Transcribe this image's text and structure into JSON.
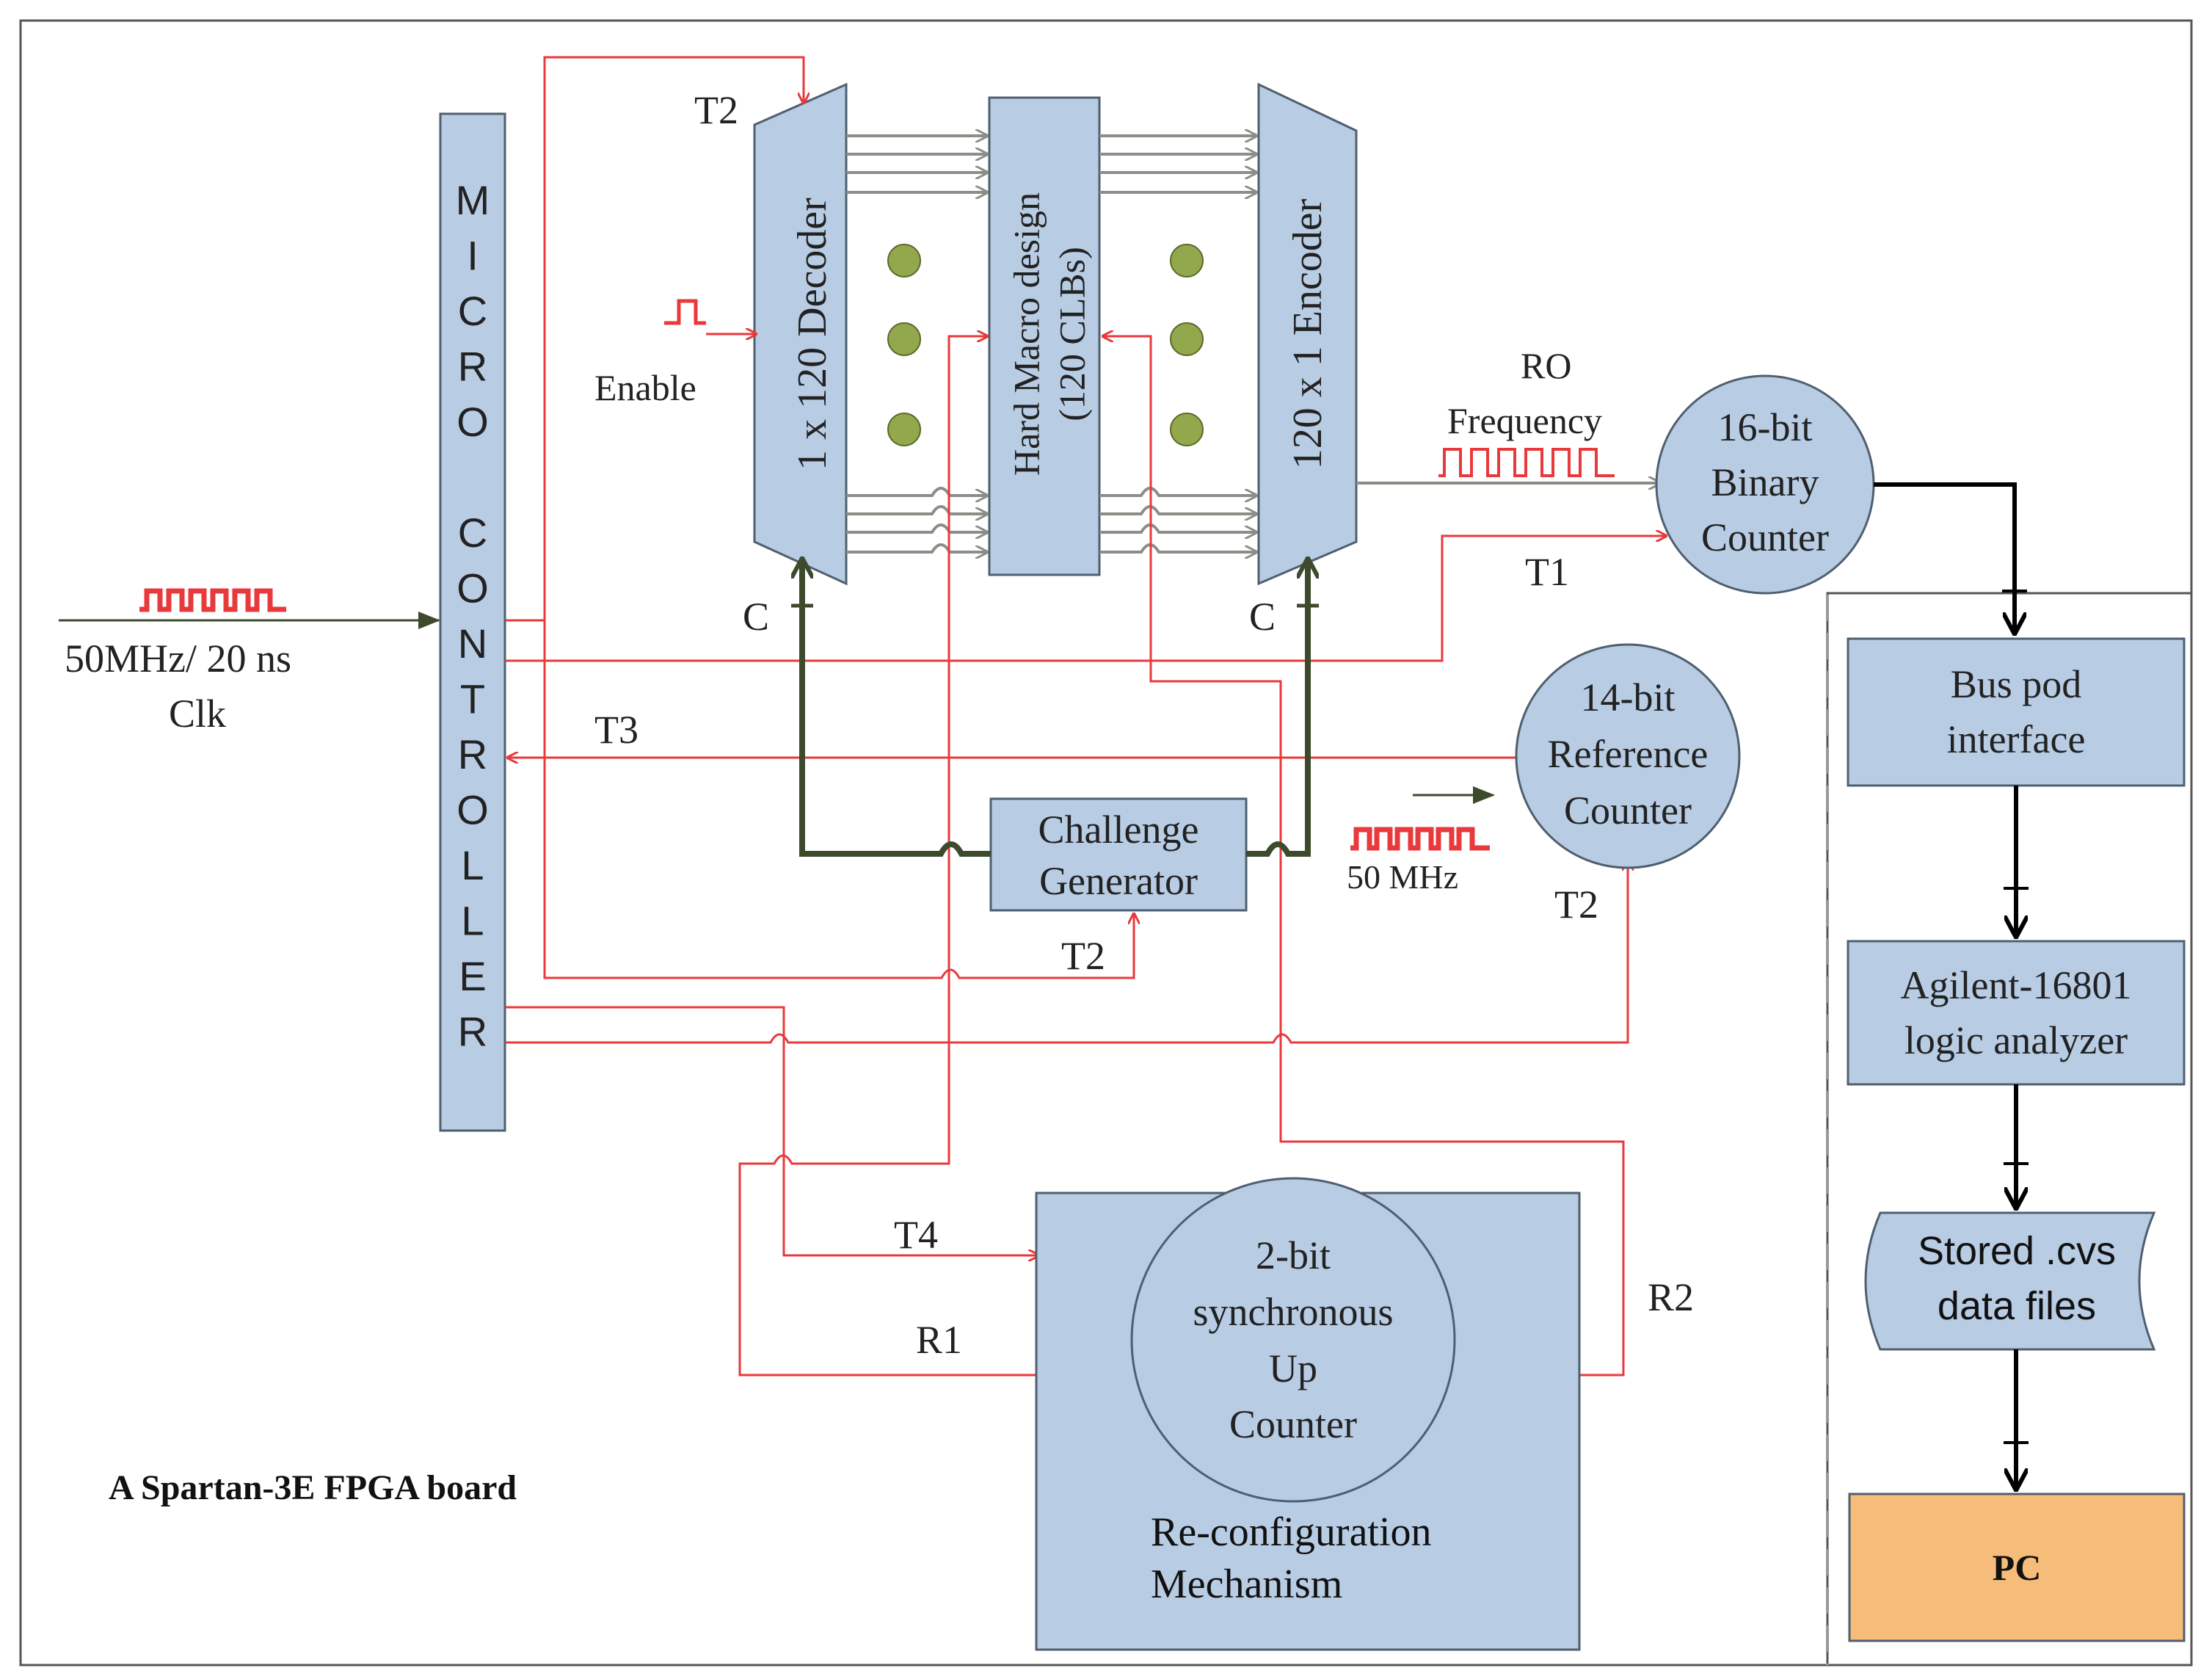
{
  "diagram": {
    "micro_controller_label": "MICRO CONTROLLER",
    "micro_controller_letters": [
      "M",
      "I",
      "C",
      "R",
      "O",
      "",
      "C",
      "O",
      "N",
      "T",
      "R",
      "O",
      "L",
      "L",
      "E",
      "R"
    ],
    "decoder_label": "1 x 120  Decoder",
    "hard_macro_label_1": "Hard Macro design",
    "hard_macro_label_2": "(120 CLBs)",
    "encoder_label": "120 x 1 Encoder",
    "enable_label": "Enable",
    "clk_label_1": "50MHz/ 20 ns",
    "clk_label_2": "Clk",
    "ro_label_1": "RO",
    "ro_label_2": "Frequency",
    "binary_counter": [
      "16-bit",
      "Binary",
      "Counter"
    ],
    "reference_counter": [
      "14-bit",
      "Reference",
      "Counter"
    ],
    "challenge_generator": [
      "Challenge",
      "Generator"
    ],
    "ref_clock_label": "50 MHz",
    "up_counter": [
      "2-bit",
      "synchronous",
      "Up",
      "Counter"
    ],
    "reconfig_label": [
      "Re-configuration",
      "Mechanism"
    ],
    "board_label": "A Spartan-3E FPGA board",
    "signals": {
      "t1": "T1",
      "t2_decoder": "T2",
      "t2_challenge": "T2",
      "t2_reference": "T2",
      "t3": "T3",
      "t4": "T4",
      "r1": "R1",
      "r2": "R2",
      "c_decoder": "C",
      "c_encoder": "C"
    },
    "pc_chain": {
      "bus_pod": [
        "Bus pod",
        "interface"
      ],
      "analyzer": [
        "Agilent-16801",
        "logic analyzer"
      ],
      "stored": [
        "Stored .cvs",
        "data files"
      ],
      "pc": "PC"
    },
    "colors": {
      "box_fill": "#b8cce4",
      "pc_fill": "#f6bd7a",
      "signal_red": "#e8393c",
      "challenge_line": "#3d4a2c",
      "dot_fill": "#93a84c"
    }
  }
}
